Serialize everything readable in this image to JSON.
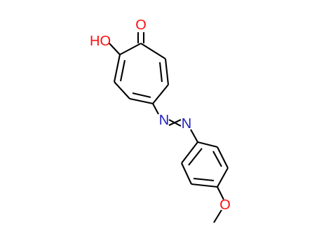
{
  "molecule": {
    "atoms": {
      "carbonyl_oxygen": "O",
      "hydroxyl": "HO",
      "azo_nitrogen_1": "N",
      "azo_nitrogen_2": "N",
      "methoxy_oxygen": "O"
    },
    "colors": {
      "oxygen": "#ff0d0d",
      "nitrogen": "#2020c0",
      "bond": "#000000"
    }
  }
}
